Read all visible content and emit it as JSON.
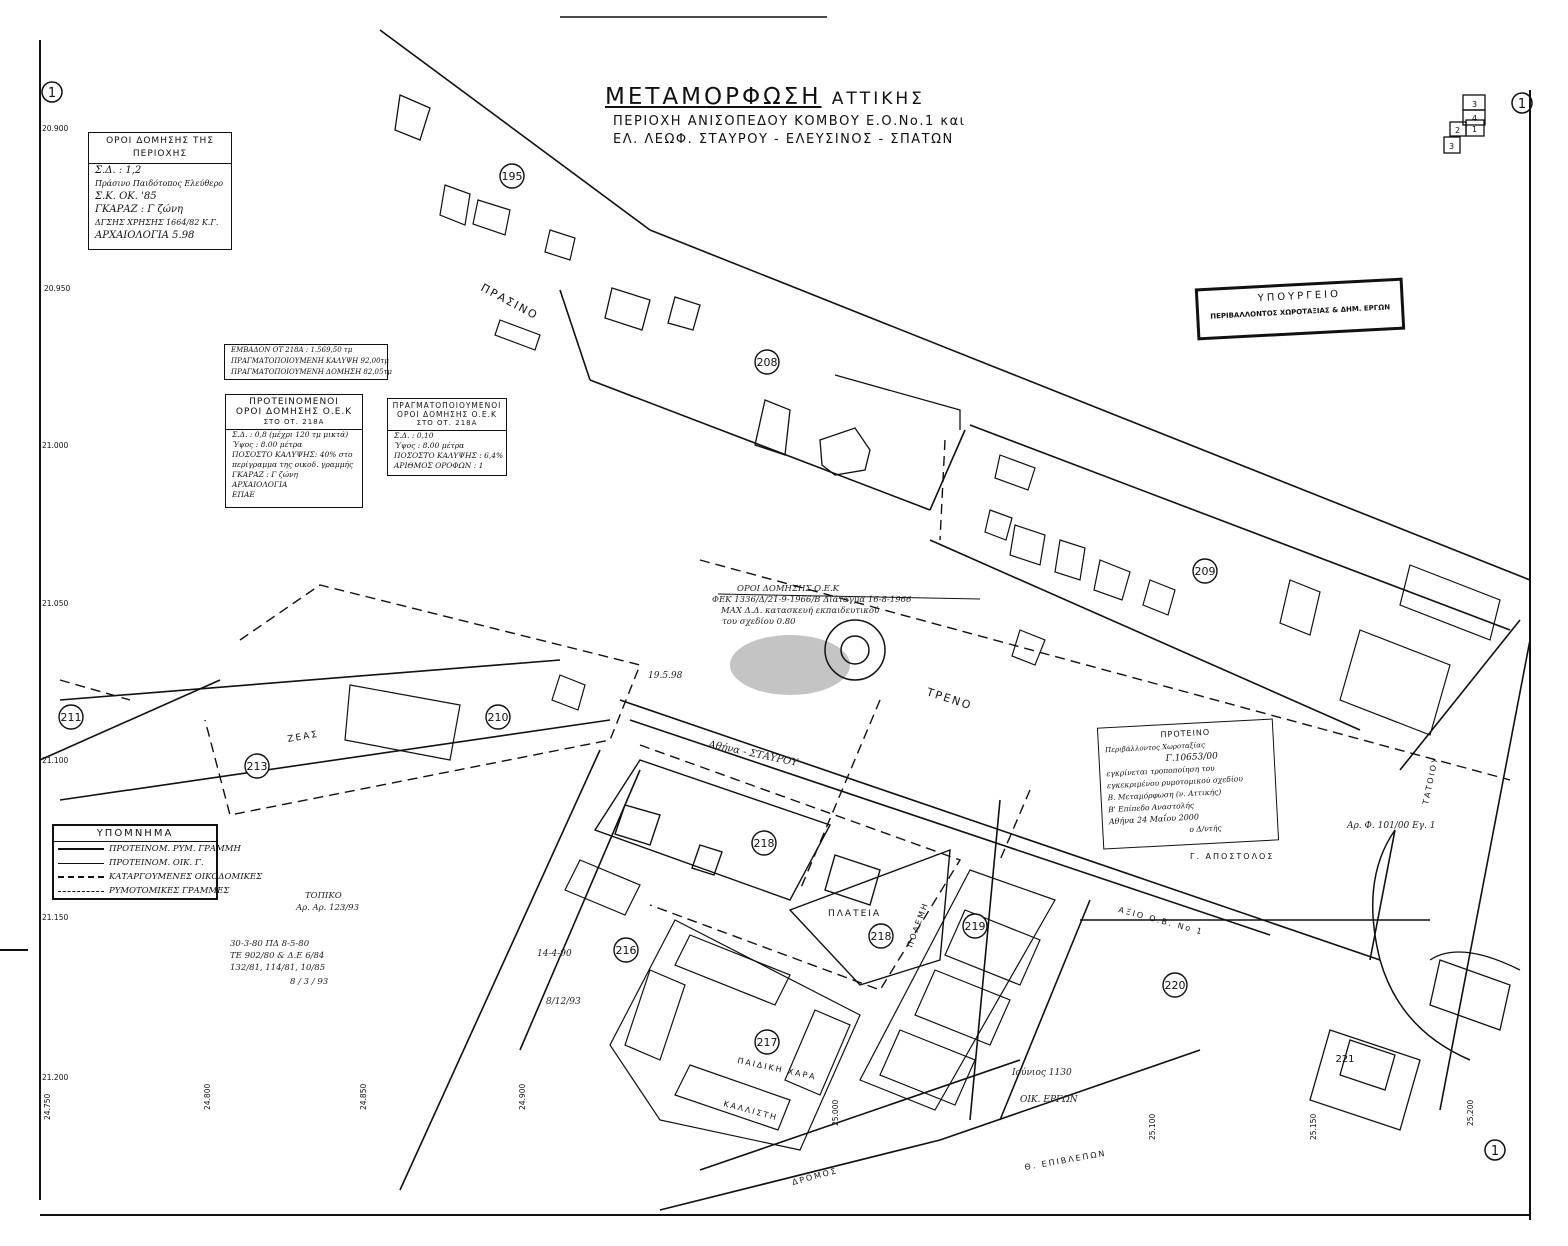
{
  "title": {
    "main": "ΜΕΤΑΜΟΡΦΩΣΗ",
    "region": "ΑΤΤΙΚΗΣ",
    "line1": "ΠΕΡΙΟΧΗ ΑΝΙΣΟΠΕΔΟΥ ΚΟΜΒΟΥ Ε.Ο.Νο.1 και",
    "line2": "ΕΛ. ΛΕΩΦ. ΣΤΑΥΡΟΥ - ΕΛΕΥΣΙΝΟΣ - ΣΠΑΤΩΝ"
  },
  "sheet_markers": [
    "1",
    "1",
    "1"
  ],
  "key_map": [
    "3",
    "4",
    "2",
    "1",
    "3"
  ],
  "grid_labels": {
    "left": [
      "20.900",
      "20.950",
      "21.000",
      "21.050",
      "21.100",
      "21.150",
      "21.200"
    ],
    "bottom": [
      "24.750",
      "24.800",
      "24.850",
      "24.900",
      "25.000",
      "25.100",
      "25.150",
      "25.200"
    ]
  },
  "area_terms_box": {
    "header": "ΟΡΟΙ ΔΟΜΗΣΗΣ ΤΗΣ ΠΕΡΙΟΧΗΣ",
    "lines": [
      "Σ.Δ. : 1,2",
      "Πράσινο Παιδότοπος Ελεύθερο",
      "Σ.Κ. ΟΚ. '85",
      "ΓΚΑΡΑΖ : Γ ζώνη",
      "ΔΓΣΗΣ ΧΡΗΣΗΣ 1664/82 Κ.Γ.",
      "ΑΡΧΑΙΟΛΟΓΙΑ 5.98"
    ]
  },
  "area_box": {
    "lines": [
      "ΕΜΒΑΔΟΝ ΟΤ 218Α : 1.569,50 τμ",
      "ΠΡΑΓΜΑΤΟΠΟΙΟΥΜΕΝΗ ΚΑΛΥΨΗ 92,00τμ",
      "ΠΡΑΓΜΑΤΟΠΟΙΟΥΜΕΝΗ ΔΟΜΗΣΗ 82,05τμ"
    ]
  },
  "proposed_box": {
    "header": [
      "ΠΡΟΤΕΙΝΟΜΕΝΟΙ",
      "ΟΡΟΙ ΔΟΜΗΣΗΣ Ο.Ε.Κ",
      "ΣΤΟ ΟΤ. 218Α"
    ],
    "lines": [
      "Σ.Δ. : 0,8 (μέχρι 120 τμ μικτά)",
      "Ύψος : 8.00 μέτρα",
      "ΠΟΣΟΣΤΟ ΚΑΛΥΨΗΣ: 40% στο",
      "περίγραμμα της οικοδ. γραμμής",
      "ΓΚΑΡΑΖ : Γ ζώνη",
      "ΑΡΧΑΙΟΛΟΓΙΑ",
      "ΕΠΑΕ"
    ]
  },
  "realized_box": {
    "header": [
      "ΠΡΑΓΜΑΤΟΠΟΙΟΥΜΕΝΟΙ",
      "ΟΡΟΙ ΔΟΜΗΣΗΣ Ο.Ε.Κ",
      "ΣΤΟ ΟΤ. 218Α"
    ],
    "lines": [
      "Σ.Δ. : 0,10",
      "Ύψος : 8.00 μέτρα",
      "ΠΟΣΟΣΤΟ ΚΑΛΥΨΗΣ : 6,4%",
      "ΑΡΙΘΜΟΣ ΟΡΟΦΩΝ : 1"
    ]
  },
  "stamp": {
    "line1": "ΥΠΟΥΡΓΕΙΟ",
    "line2": "ΠΕΡΙΒΑΛΛΟΝΤΟΣ ΧΩΡΟΤΑΞΙΑΣ & ΔΗΜ. ΕΡΓΩΝ"
  },
  "center_note": {
    "lines": [
      "ΟΡΟΙ ΔΟΜΗΣΗΣ Ο.Ε.Κ",
      "ΦΕΚ 1336/Δ/21-9-1966/Β Διάταγμα 16-8-1966",
      "ΜΑΧ Δ.Δ. κατασκευή εκπαιδευτικού",
      "του σχεδίου 0.80"
    ]
  },
  "approval_note": {
    "lines": [
      "ΠΡΟΤΕΙΝΟ",
      "Περιβάλλοντος Χωροταξίας",
      "Γ.10653/00",
      "εγκρίνεται τροποποίηση του",
      "εγκεκριμένου ρυμοτομικού σχεδίου",
      "Β. Μεταμόρφωση (ν. Αττικής)",
      "Β' Επίπεδο Αναστολής",
      "Αθήνα 24 Μαΐου 2000",
      "ο Δ/ντής"
    ]
  },
  "ref_note": "Αρ. Φ. 101/00 Εγ. 1",
  "legend": {
    "header": "ΥΠΟΜΝΗΜΑ",
    "items": [
      "ΠΡΟΤΕΙΝΟΜ. ΡΥΜ. ΓΡΑΜΜΗ",
      "ΠΡΟΤΕΙΝΟΜ. ΟΙΚ. Γ.",
      "ΚΑΤΑΡΓΟΥΜΕΝΕΣ ΟΙΚΟΔΟΜΙΚΕΣ",
      "ΡΥΜΟΤΟΜΙΚΕΣ ΓΡΑΜΜΕΣ"
    ]
  },
  "blocks": [
    "195",
    "208",
    "209",
    "210",
    "211",
    "213",
    "218",
    "218",
    "219",
    "220",
    "216",
    "217",
    "221"
  ],
  "street_labels": {
    "prasino": "ΠΡΑΣΙΝΟ",
    "treno": "ΤΡΕΝΟ",
    "athina_stavrou": "Αθήνα - ΣΤΑΥΡΟΥ",
    "plateia": "ΠΛΑΤΕΙΑ",
    "paidiki_hara": "ΠΑΙΔΙΚΗ ΧΑΡΑ",
    "epiblepon": "Θ. ΕΠΙΒΛΕΠΩΝ",
    "dromos": "ΔΡΟΜΟΣ",
    "aksia": "ΑΞΙΟ Ο.Β. Νο 1",
    "apostolos": "Γ. ΑΠΟΣΤΟΛΟΣ",
    "polemi": "ΠΟΛΕΜΗ",
    "zeas": "ΖΕΑΣ",
    "kalliste": "ΚΑΛΛΙΣΤΗ",
    "tatoiou": "ΤΑΤΟΙΟΥ"
  },
  "local_note": {
    "lines": [
      "ΤΟΠΙΚΟ",
      "Αρ. Αρ. 123/93",
      "30-3-80 ΠΔ 8-5-80",
      "ΤΕ 902/80 & Δ.Ε 6/84",
      "132/81, 114/81, 10/85",
      "8 / 3 / 93"
    ]
  },
  "dates": [
    "19.5.98",
    "14-4-90",
    "8/12/93",
    "Ιούνιος 1130",
    "ΟΙΚ. ΕΡΓΩΝ"
  ]
}
